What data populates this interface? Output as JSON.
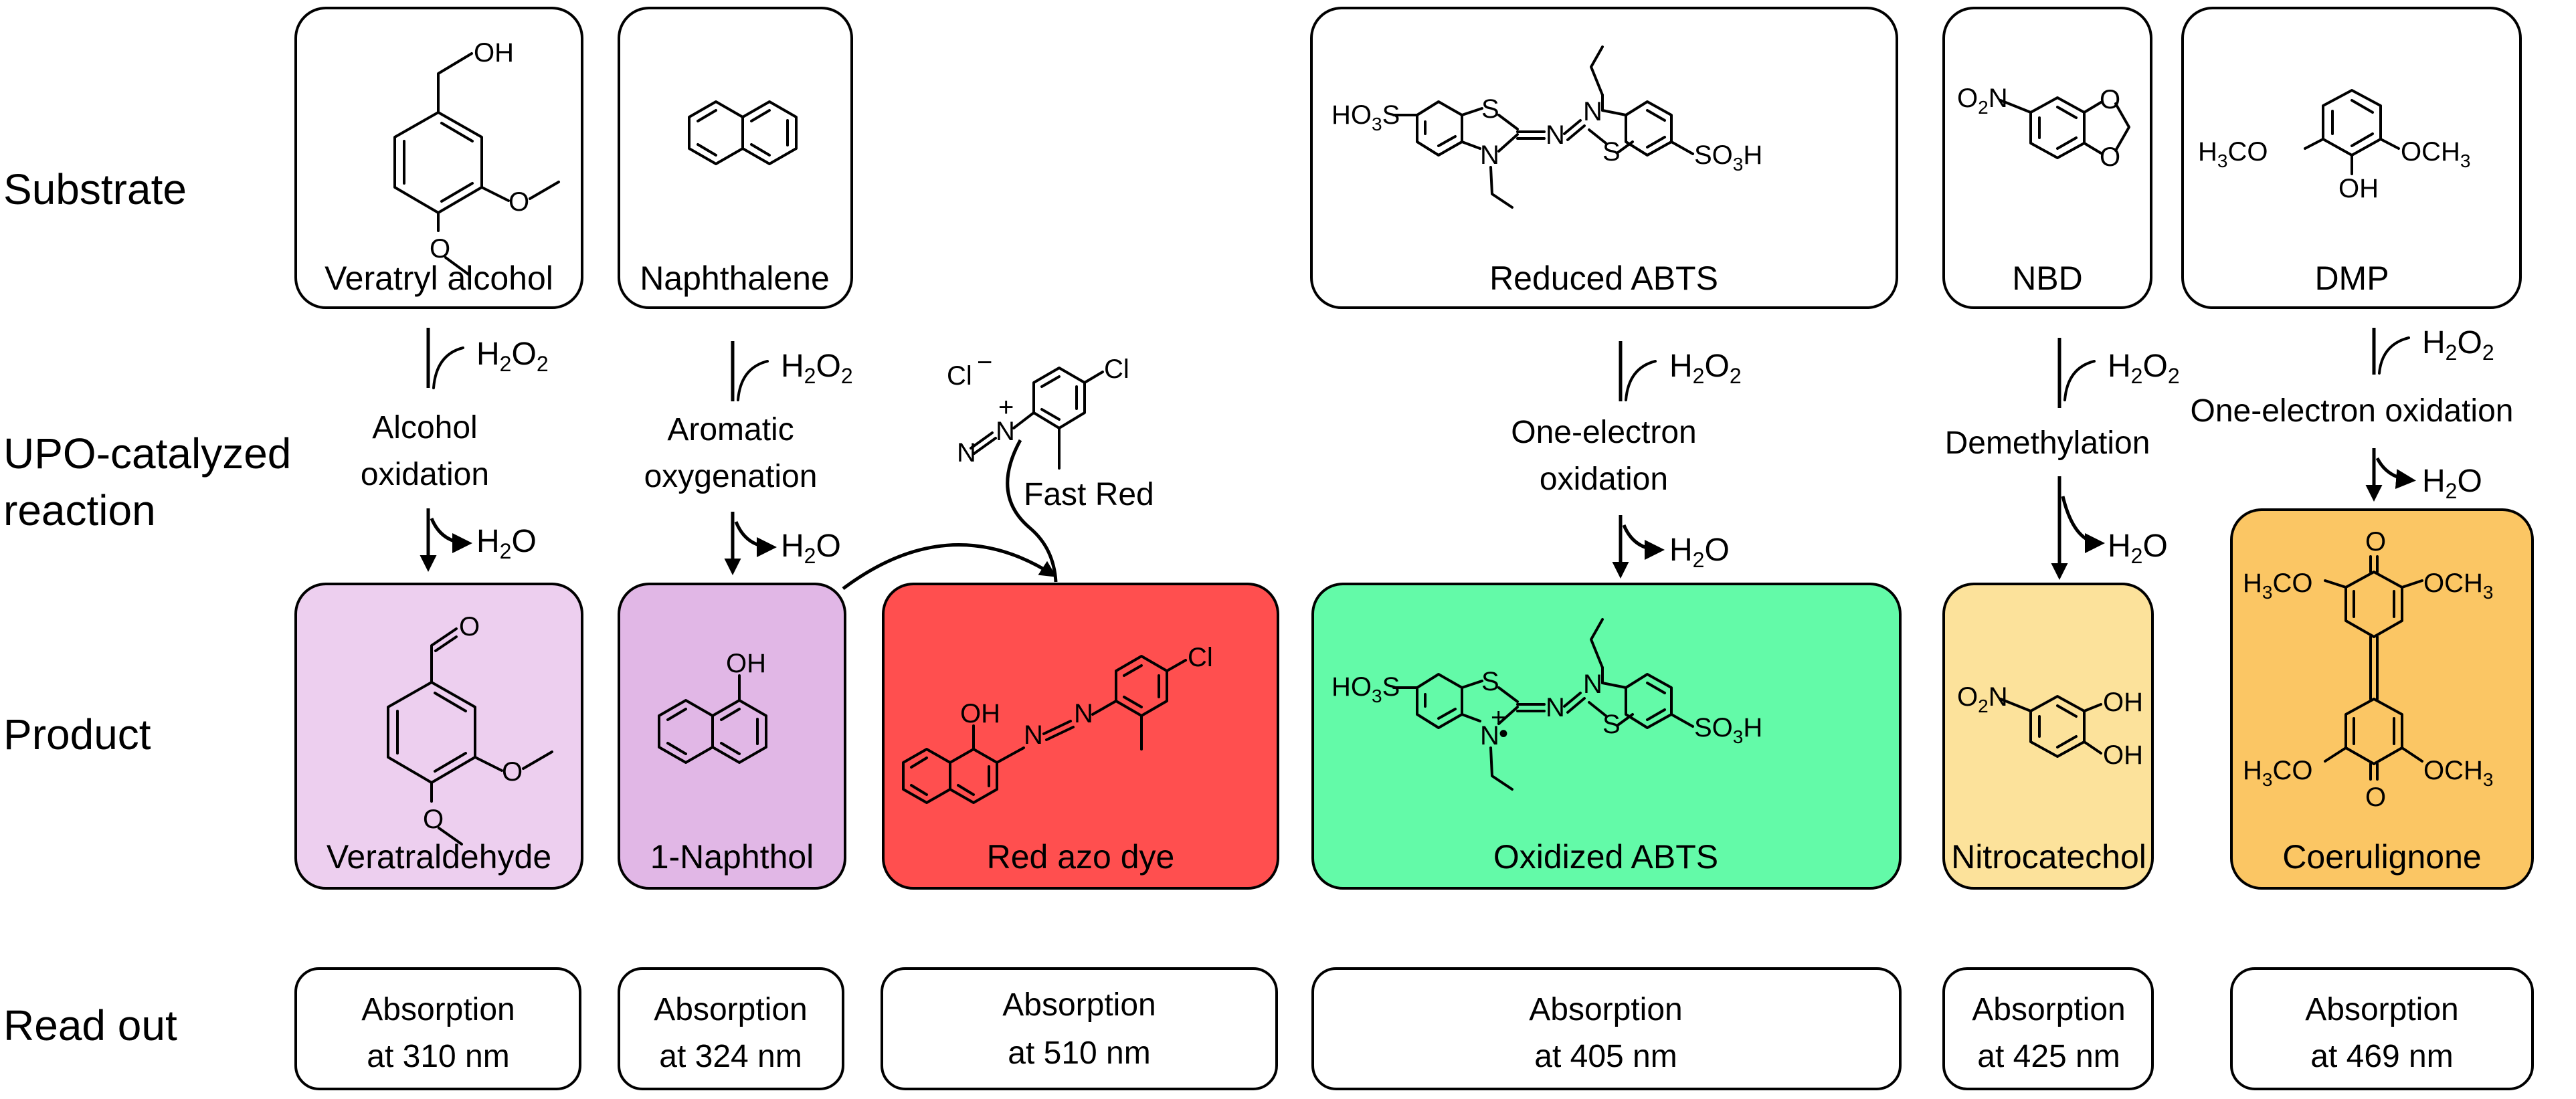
{
  "row_labels": {
    "substrate": "Substrate",
    "reaction_line1": "UPO-catalyzed",
    "reaction_line2": "reaction",
    "product": "Product",
    "readout": "Read out"
  },
  "columns": [
    {
      "substrate": "Veratryl alcohol",
      "reaction": [
        "Alcohol",
        "oxidation"
      ],
      "product": "Veratraldehyde",
      "product_color": "#EDCFEF",
      "readout": [
        "Absorption",
        "at 310 nm"
      ]
    },
    {
      "substrate": "Naphthalene",
      "reaction": [
        "Aromatic",
        "oxygenation"
      ],
      "product": "1-Naphthol",
      "product_color": "#E1B7E6",
      "readout": [
        "Absorption",
        "at 324 nm"
      ]
    },
    {
      "product": "Red azo dye",
      "product_color": "#FF4F4F",
      "readout": [
        "Absorption",
        "at 510 nm"
      ],
      "reagent_label": "Fast Red"
    },
    {
      "substrate": "Reduced ABTS",
      "reaction": [
        "One-electron",
        "oxidation"
      ],
      "product": "Oxidized ABTS",
      "product_color": "#63FAA8",
      "readout": [
        "Absorption",
        "at 405 nm"
      ]
    },
    {
      "substrate": "NBD",
      "reaction": [
        "Demethylation"
      ],
      "product": "Nitrocatechol",
      "product_color": "#FCE29B",
      "readout": [
        "Absorption",
        "at 425 nm"
      ]
    },
    {
      "substrate": "DMP",
      "reaction": [
        "One-electron oxidation"
      ],
      "product": "Coerulignone",
      "product_color": "#FBC664",
      "readout": [
        "Absorption",
        "at 469 nm"
      ]
    }
  ],
  "labels": {
    "h2o2": [
      "H",
      "2",
      "O",
      "2"
    ],
    "h2o": [
      "H",
      "2",
      "O"
    ],
    "oh": "OH",
    "o": "O",
    "cl": "Cl",
    "cl_minus": "Cl",
    "minus": "−",
    "plus": "+",
    "n": "N",
    "s": "S",
    "nplus": "N",
    "radical": "•",
    "hso3": [
      "HO",
      "3",
      "S"
    ],
    "so3h": [
      "SO",
      "3",
      "H"
    ],
    "o2n": [
      "O",
      "2",
      "N"
    ],
    "h3co": [
      "H",
      "3",
      "CO"
    ],
    "och3": [
      "OCH",
      "3"
    ]
  }
}
